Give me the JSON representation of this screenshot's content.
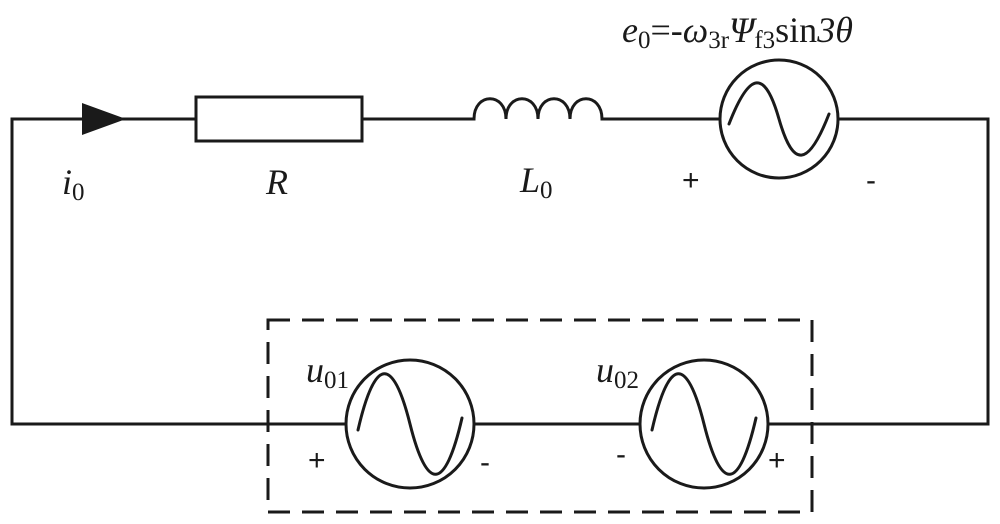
{
  "diagram": {
    "current_label": {
      "symbol": "i",
      "sub": "0"
    },
    "resistor_label": "R",
    "inductor_label": {
      "symbol": "L",
      "sub": "0"
    },
    "source_e0": {
      "label": {
        "e": "e",
        "e_sub": "0",
        "eq": "=-",
        "omega": "ω",
        "omega_sub": "3r",
        "psi": "Ψ",
        "psi_sub": "f3",
        "sin": "sin",
        "arg": "3θ"
      },
      "plus": "+",
      "minus": "-"
    },
    "source_u01": {
      "label": {
        "symbol": "u",
        "sub": "01"
      },
      "plus": "+",
      "minus": "-"
    },
    "source_u02": {
      "label": {
        "symbol": "u",
        "sub": "02"
      },
      "minus": "-",
      "plus": "+"
    }
  }
}
